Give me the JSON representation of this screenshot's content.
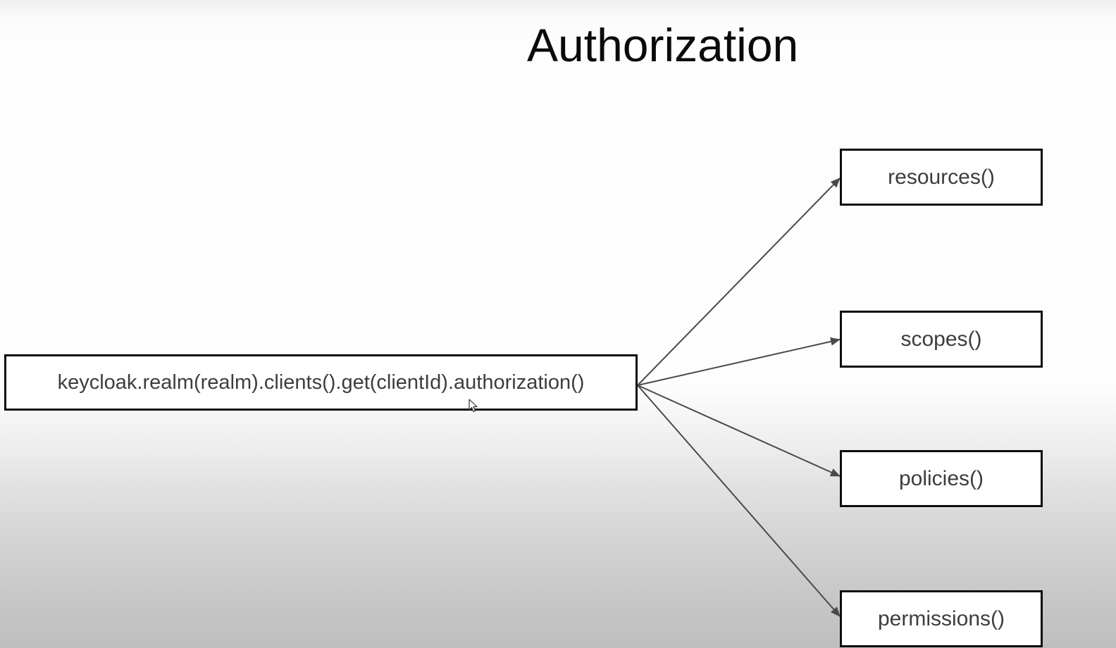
{
  "title": "Authorization",
  "source": {
    "label": "keycloak.realm(realm).clients().get(clientId).authorization()"
  },
  "targets": [
    {
      "id": "resources",
      "label": "resources()"
    },
    {
      "id": "scopes",
      "label": "scopes()"
    },
    {
      "id": "policies",
      "label": "policies()"
    },
    {
      "id": "permissions",
      "label": "permissions()"
    }
  ],
  "colors": {
    "box_border": "#0d0d0d",
    "box_text": "#3d3d3d",
    "arrow": "#4a4a4a",
    "title": "#0a0a0a"
  },
  "icons": {
    "cursor": "mouse-pointer-icon"
  }
}
